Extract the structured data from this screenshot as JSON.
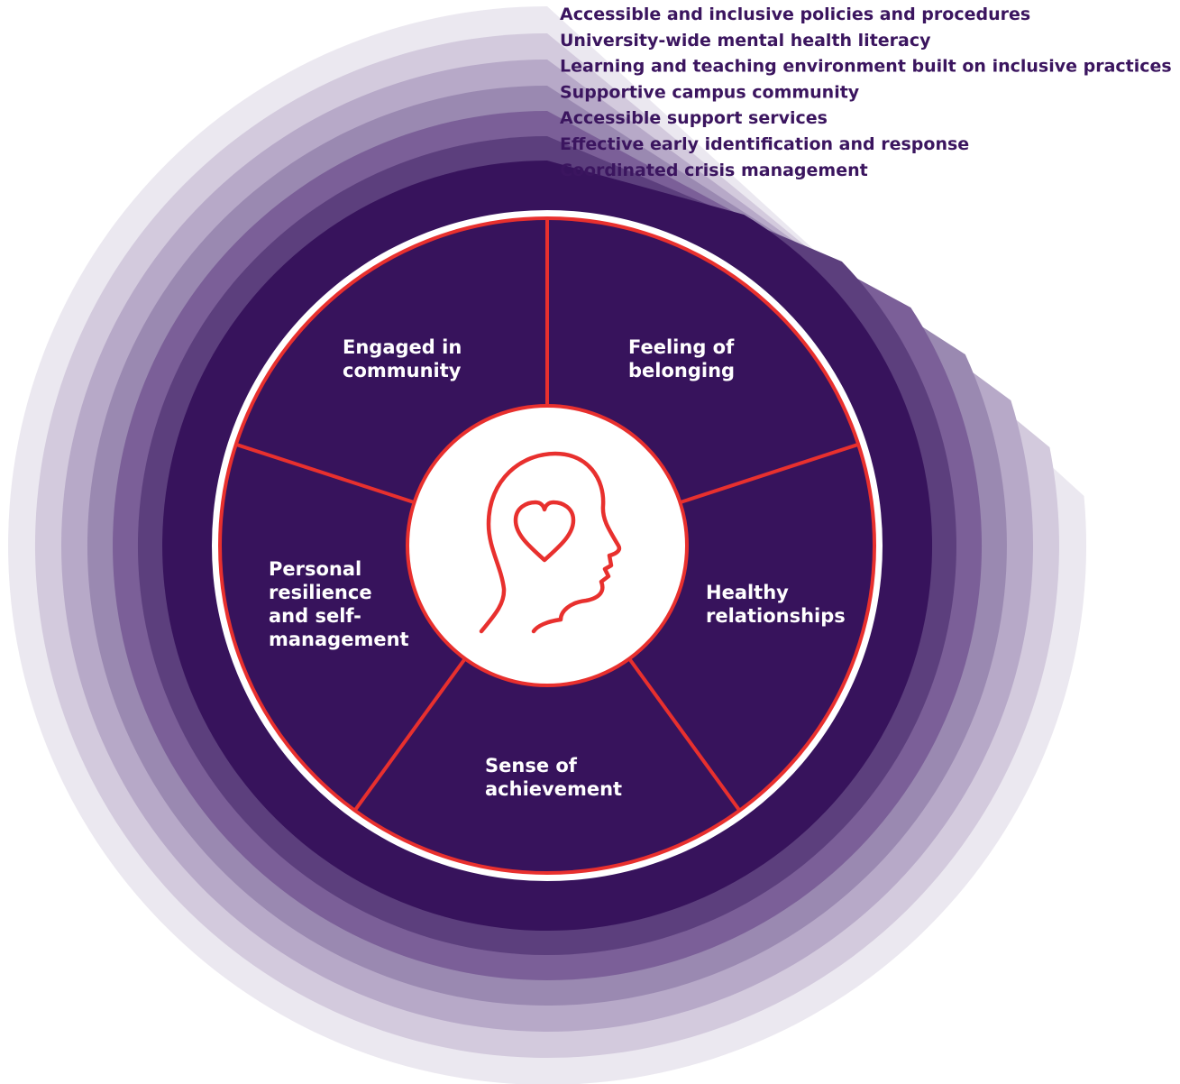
{
  "colors": {
    "ring_outer_to_inner": [
      "#ebe8f0",
      "#d3cadd",
      "#b7a9c8",
      "#9a89b1",
      "#7b5f98",
      "#5c3f7d",
      "#37135c"
    ],
    "label_color": "#3b155f",
    "accent_red": "#e8302e",
    "segment_fill": "#37135c",
    "segment_text": "#ffffff"
  },
  "rings": [
    "Accessible and inclusive policies and procedures",
    "University-wide mental health literacy",
    "Learning and teaching environment built on inclusive practices",
    "Supportive campus community",
    "Accessible support services",
    "Effective early identification and response",
    "Coordinated crisis management"
  ],
  "segments": [
    {
      "lines": [
        "Feeling of",
        "belonging"
      ]
    },
    {
      "lines": [
        "Healthy",
        "relationships"
      ]
    },
    {
      "lines": [
        "Sense of",
        "achievement"
      ]
    },
    {
      "lines": [
        "Personal",
        "resilience",
        "and self-",
        "management"
      ]
    },
    {
      "lines": [
        "Engaged in",
        "community"
      ]
    }
  ],
  "center_icon": "head-with-heart-icon"
}
